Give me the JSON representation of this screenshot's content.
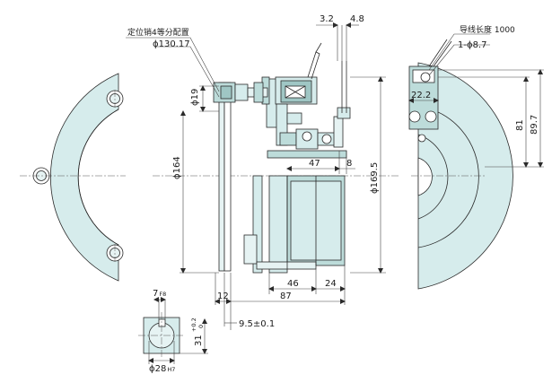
{
  "annotations": {
    "dowel_note": "定位销4等分配置",
    "dowel_pcd": "ϕ130.17",
    "lead_length": "导线长度 1000",
    "hole_dia": "1-ϕ8.7"
  },
  "dimensions": {
    "d_32": "3.2",
    "d_48": "4.8",
    "d_19": "ϕ19",
    "d_164": "ϕ164",
    "d_1695": "ϕ169.5",
    "d_47": "47",
    "d_8": "8",
    "d_46": "46",
    "d_24": "24",
    "d_12": "12",
    "d_87": "87",
    "d_95": "9.5±0.1",
    "d_222": "22.2",
    "d_81": "81",
    "d_897": "89.7",
    "key_width": "7",
    "key_width_tol": "F8",
    "key_depth": "31",
    "key_depth_tol_upper": "+0.2",
    "key_depth_tol_lower": "0",
    "bore_dia": "ϕ28",
    "bore_tol": "H7"
  },
  "colors": {
    "body": "#d6ecec",
    "body_light": "#e6f3f3",
    "body_dark": "#9fc6c4",
    "line": "#2a2a2a"
  }
}
